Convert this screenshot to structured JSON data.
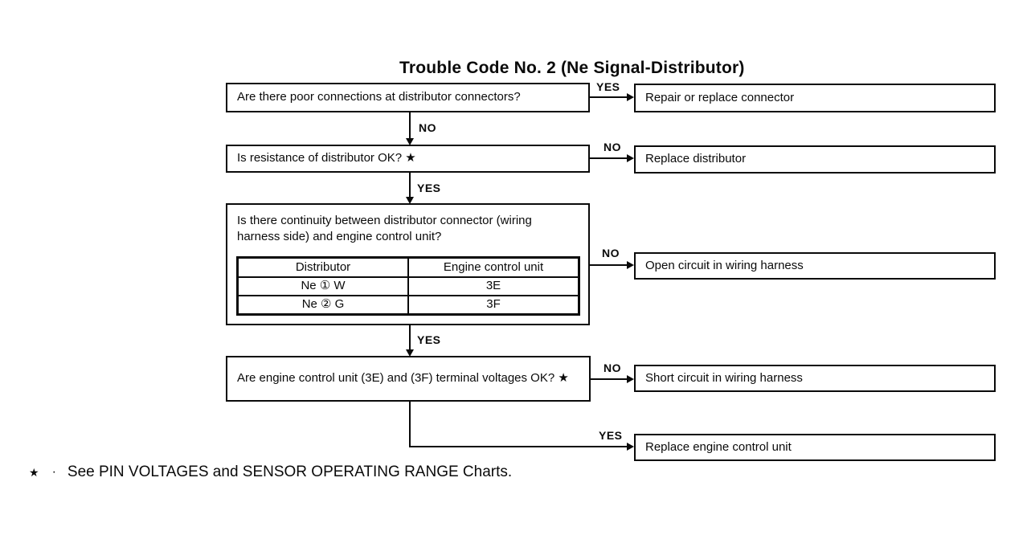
{
  "title": "Trouble Code No. 2 (Ne Signal-Distributor)",
  "labels": {
    "yes": "YES",
    "no": "NO"
  },
  "questions": [
    {
      "text": "Are there poor connections at distributor connectors?"
    },
    {
      "text": "Is resistance of distributor OK?  ★"
    },
    {
      "text": "Is there continuity between distributor connector (wiring harness side) and engine control unit?"
    },
    {
      "text": "Are engine control unit (3E) and (3F) terminal voltages OK?  ★"
    }
  ],
  "actions": [
    {
      "text": "Repair or replace connector"
    },
    {
      "text": "Replace distributor"
    },
    {
      "text": "Open circuit in wiring harness"
    },
    {
      "text": "Short circuit in wiring harness"
    },
    {
      "text": "Replace engine control unit"
    }
  ],
  "table": {
    "headers": [
      "Distributor",
      "Engine control unit"
    ],
    "rows": [
      {
        "distributor": "Ne ① W",
        "ecu": "3E"
      },
      {
        "distributor": "Ne ② G",
        "ecu": "3F"
      }
    ]
  },
  "footnote": {
    "star": "★",
    "separator": "·",
    "text": "See PIN VOLTAGES and SENSOR OPERATING RANGE Charts."
  },
  "colors": {
    "ink": "#0a0a0a",
    "paper": "#ffffff"
  }
}
